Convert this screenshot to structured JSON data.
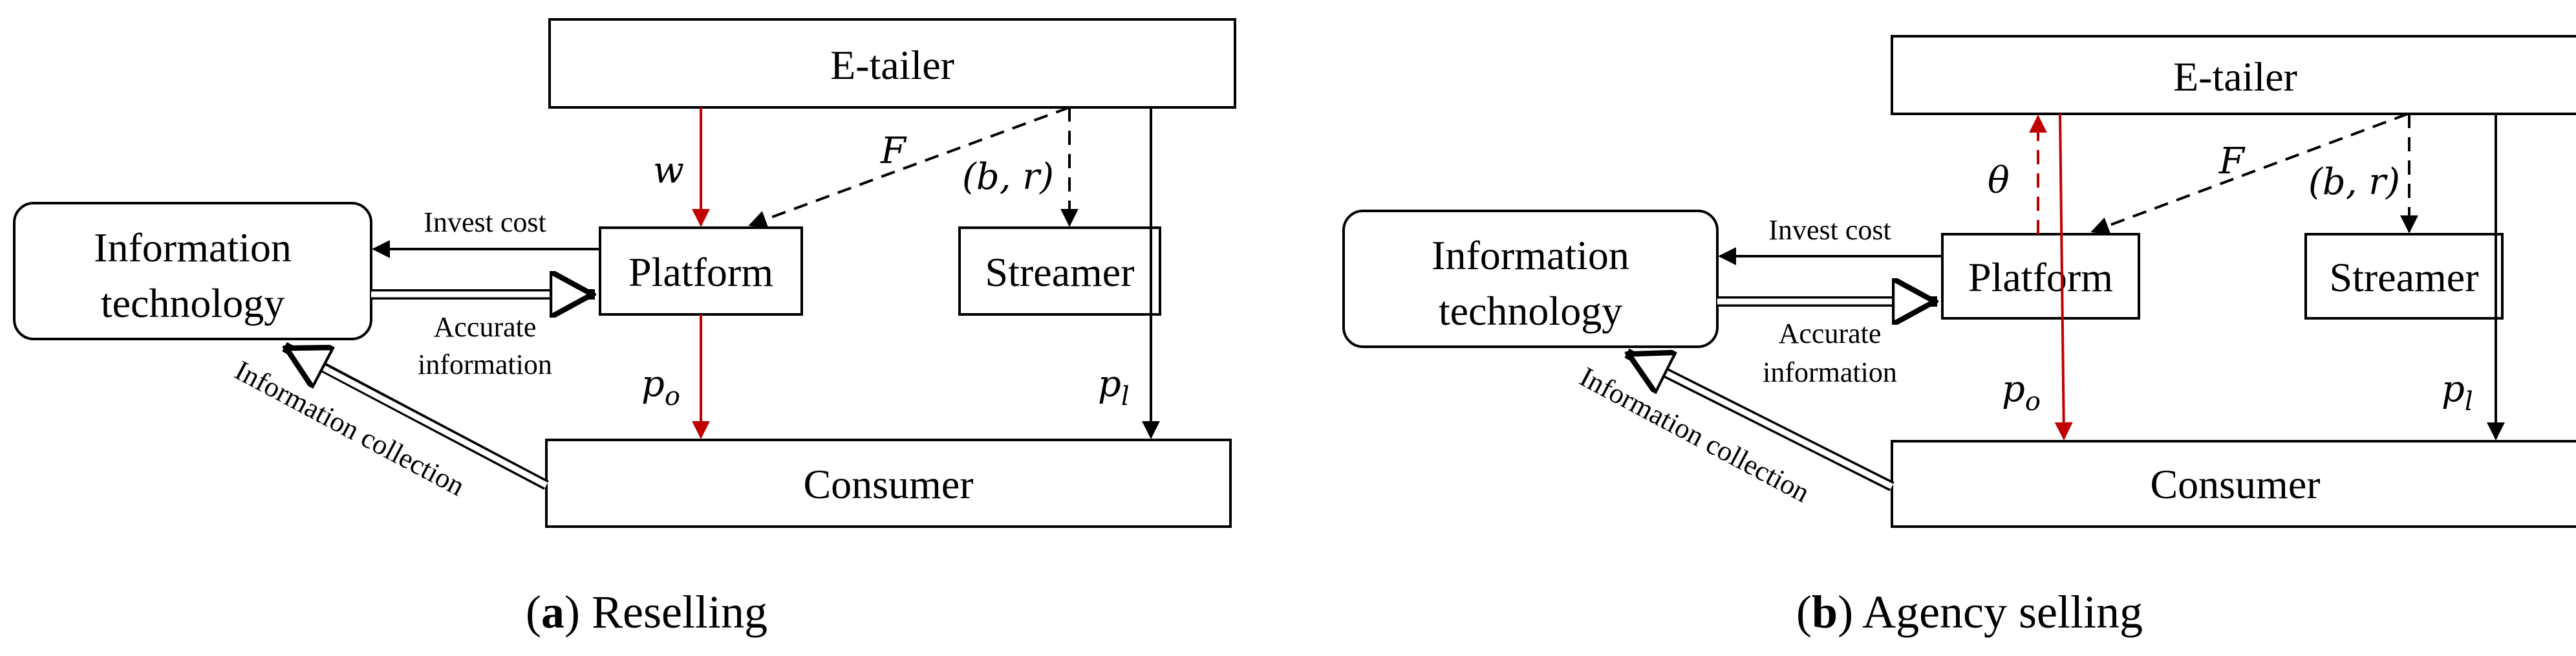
{
  "panels": {
    "reselling": {
      "etailer": "E-tailer",
      "platform": "Platform",
      "streamer": "Streamer",
      "consumer": "Consumer",
      "it_line1": "Information",
      "it_line2": "technology",
      "invest_cost": "Invest cost",
      "accurate_line1": "Accurate",
      "accurate_line2": "information",
      "info_collection": "Information collection",
      "var_w": "w",
      "var_F": "F",
      "var_br": "(b, r)",
      "var_po_base": "p",
      "var_po_sub": "o",
      "var_pl_base": "p",
      "var_pl_sub": "l",
      "caption_open": "(",
      "caption_letter": "a",
      "caption_close": ") Reselling"
    },
    "agency": {
      "etailer": "E-tailer",
      "platform": "Platform",
      "streamer": "Streamer",
      "consumer": "Consumer",
      "it_line1": "Information",
      "it_line2": "technology",
      "invest_cost": "Invest cost",
      "accurate_line1": "Accurate",
      "accurate_line2": "information",
      "info_collection": "Information collection",
      "var_theta": "θ",
      "var_F": "F",
      "var_br": "(b, r)",
      "var_po_base": "p",
      "var_po_sub": "o",
      "var_pl_base": "p",
      "var_pl_sub": "l",
      "caption_open": "(",
      "caption_letter": "b",
      "caption_close": ") Agency selling"
    }
  },
  "colors": {
    "red_arrow": "#c00000",
    "black": "#000000"
  }
}
